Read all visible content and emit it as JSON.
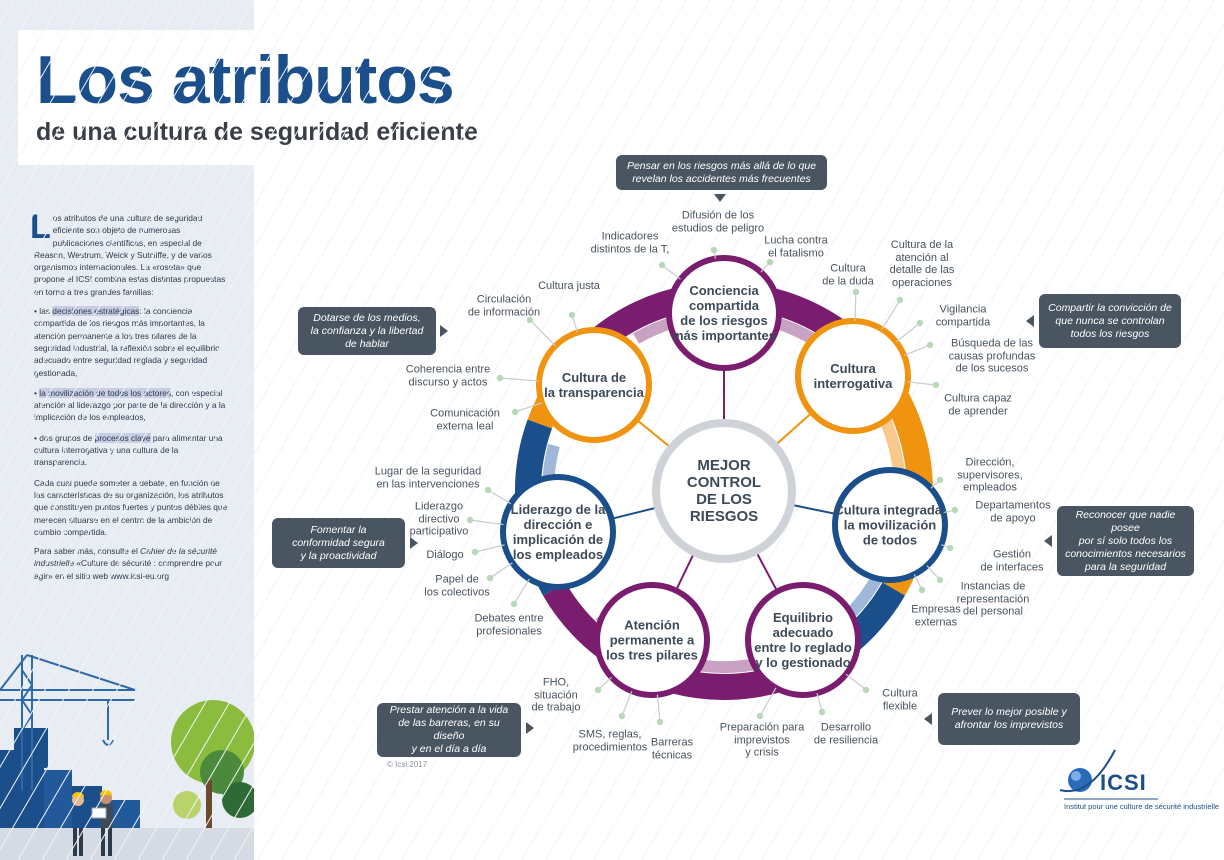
{
  "header": {
    "title": "Los atributos",
    "subtitle": "de una cultura de seguridad eficiente"
  },
  "intro": {
    "dropcap": "L",
    "para1": "os atributos de una cultura de seguridad eficiente son objeto de numerosas publicaciones científicas, en especial de Reason, Westrum, Weick y Sutcliffe, y de varios organismos internacionales. La «roseta» que propone el ICSI combina estas distintas propuestas en torno a tres grandes familias:",
    "b1_pre": "• las ",
    "b1_hl": "decisiones estratégicas",
    "b1_post": ": la conciencia compartida de los riesgos más importantes, la atención permanente a los tres pilares de la seguridad industrial, la reflexión sobre el equilibrio adecuado entre seguridad reglada y seguridad gestionada,",
    "b2_pre": "• ",
    "b2_hl": "la movilización de todos los actores",
    "b2_post": ", con especial atención al liderazgo por parte de la dirección y a la implicación de los empleados,",
    "b3_pre": "• dos grupos de ",
    "b3_hl": "procesos clave",
    "b3_post": " para alimentar una cultura interrogativa y una cultura de la transparencia.",
    "para2": "Cada cual puede someter a debate, en función de las características de su organización, los atributos que constituyen puntos fuertes y puntos débiles que merecen situarse en el centro de la ambición de cambio compartida.",
    "para3_pre": "Para saber más, consulte el ",
    "para3_it": "Cahier de la sécurité industrielle",
    "para3_post": " «Culture de sécurité : comprendre pour agir» en el sitio web www.icsi-eu.org"
  },
  "center": "MEJOR\nCONTROL\nDE LOS\nRIESGOS",
  "attributes": [
    {
      "key": "conciencia",
      "label": "Conciencia\ncompartida\nde los riesgos\nmás importantes",
      "ring": "#7a1d6e"
    },
    {
      "key": "interrogativa",
      "label": "Cultura\ninterrogativa",
      "ring": "#f0930f"
    },
    {
      "key": "integrada",
      "label": "Cultura integrada,\nla movilización\nde todos",
      "ring": "#1b4f8b"
    },
    {
      "key": "equilibrio",
      "label": "Equilibrio\nadecuado\nentre lo reglado\ny lo gestionado",
      "ring": "#7a1d6e"
    },
    {
      "key": "atencion",
      "label": "Atención\npermanente a\nlos tres pilares",
      "ring": "#7a1d6e"
    },
    {
      "key": "liderazgo",
      "label": "Liderazgo de la\ndirección e\nimplicación de\nlos empleados",
      "ring": "#1b4f8b"
    },
    {
      "key": "transparencia",
      "label": "Cultura de\nla transparencia",
      "ring": "#f0930f"
    }
  ],
  "sub_labels": {
    "conciencia": [
      "Indicadores\ndistintos de la T,",
      "Difusión de los\nestudios de peligro",
      "Lucha contra\nel fatalismo"
    ],
    "interrogativa": [
      "Cultura\nde la duda",
      "Cultura de la\natención al\ndetalle de las\noperaciones",
      "Vigilancia\ncompartida",
      "Búsqueda de las\ncausas profundas\nde los sucesos",
      "Cultura capaz\nde aprender"
    ],
    "integrada": [
      "Dirección,\nsupervisores,\nempleados",
      "Departamentos\nde apoyo",
      "Gestión\nde interfaces",
      "Instancias de\nrepresentación\ndel personal",
      "Empresas\nexternas"
    ],
    "equilibrio": [
      "Cultura\nflexible",
      "Desarrollo\nde resiliencia",
      "Preparación para\nimprevistos\ny crisis"
    ],
    "atencion": [
      "Barreras\ntécnicas",
      "SMS, reglas,\nprocedimientos",
      "FHO,\nsituación\nde trabajo"
    ],
    "liderazgo": [
      "Debates entre\nprofesionales",
      "Papel de\nlos colectivos",
      "Diálogo",
      "Liderazgo\ndirectivo\nparticipativo",
      "Lugar de la seguridad\nen las intervenciones"
    ],
    "transparencia": [
      "Comunicación\nexterna leal",
      "Coherencia entre\ndiscurso y actos",
      "Circulación\nde información",
      "Cultura justa"
    ]
  },
  "callouts": {
    "top": "Pensar en los riesgos más allá de lo que\nrevelan los accidentes más frecuentes",
    "right_top": "Compartir la convicción de\nque nunca se controlan\ntodos los riesgos",
    "right_mid": "Reconocer que nadie posee\npor sí solo todos los\nconocimientos necesarios\npara la seguridad",
    "right_bot": "Prever lo mejor posible y\nafrontar los imprevistos",
    "left_bot": "Prestar atención a la vida\nde las barreras, en su diseño\ny en el día a día",
    "left_mid": "Fomentar la\nconformidad segura\ny la proactividad",
    "left_top": "Dotarse de los medios,\nla confianza y la libertad\nde hablar"
  },
  "footer": {
    "copyright": "© Icsi 2017",
    "logo": "ICSI",
    "logo_sub": "Institut pour une culture\nde sécurité industrielle"
  },
  "colors": {
    "navy": "#1b4f8b",
    "plum": "#7a1d6e",
    "orange": "#f0930f",
    "slate": "#4a5562",
    "center_ring": "#cfd3d8"
  }
}
